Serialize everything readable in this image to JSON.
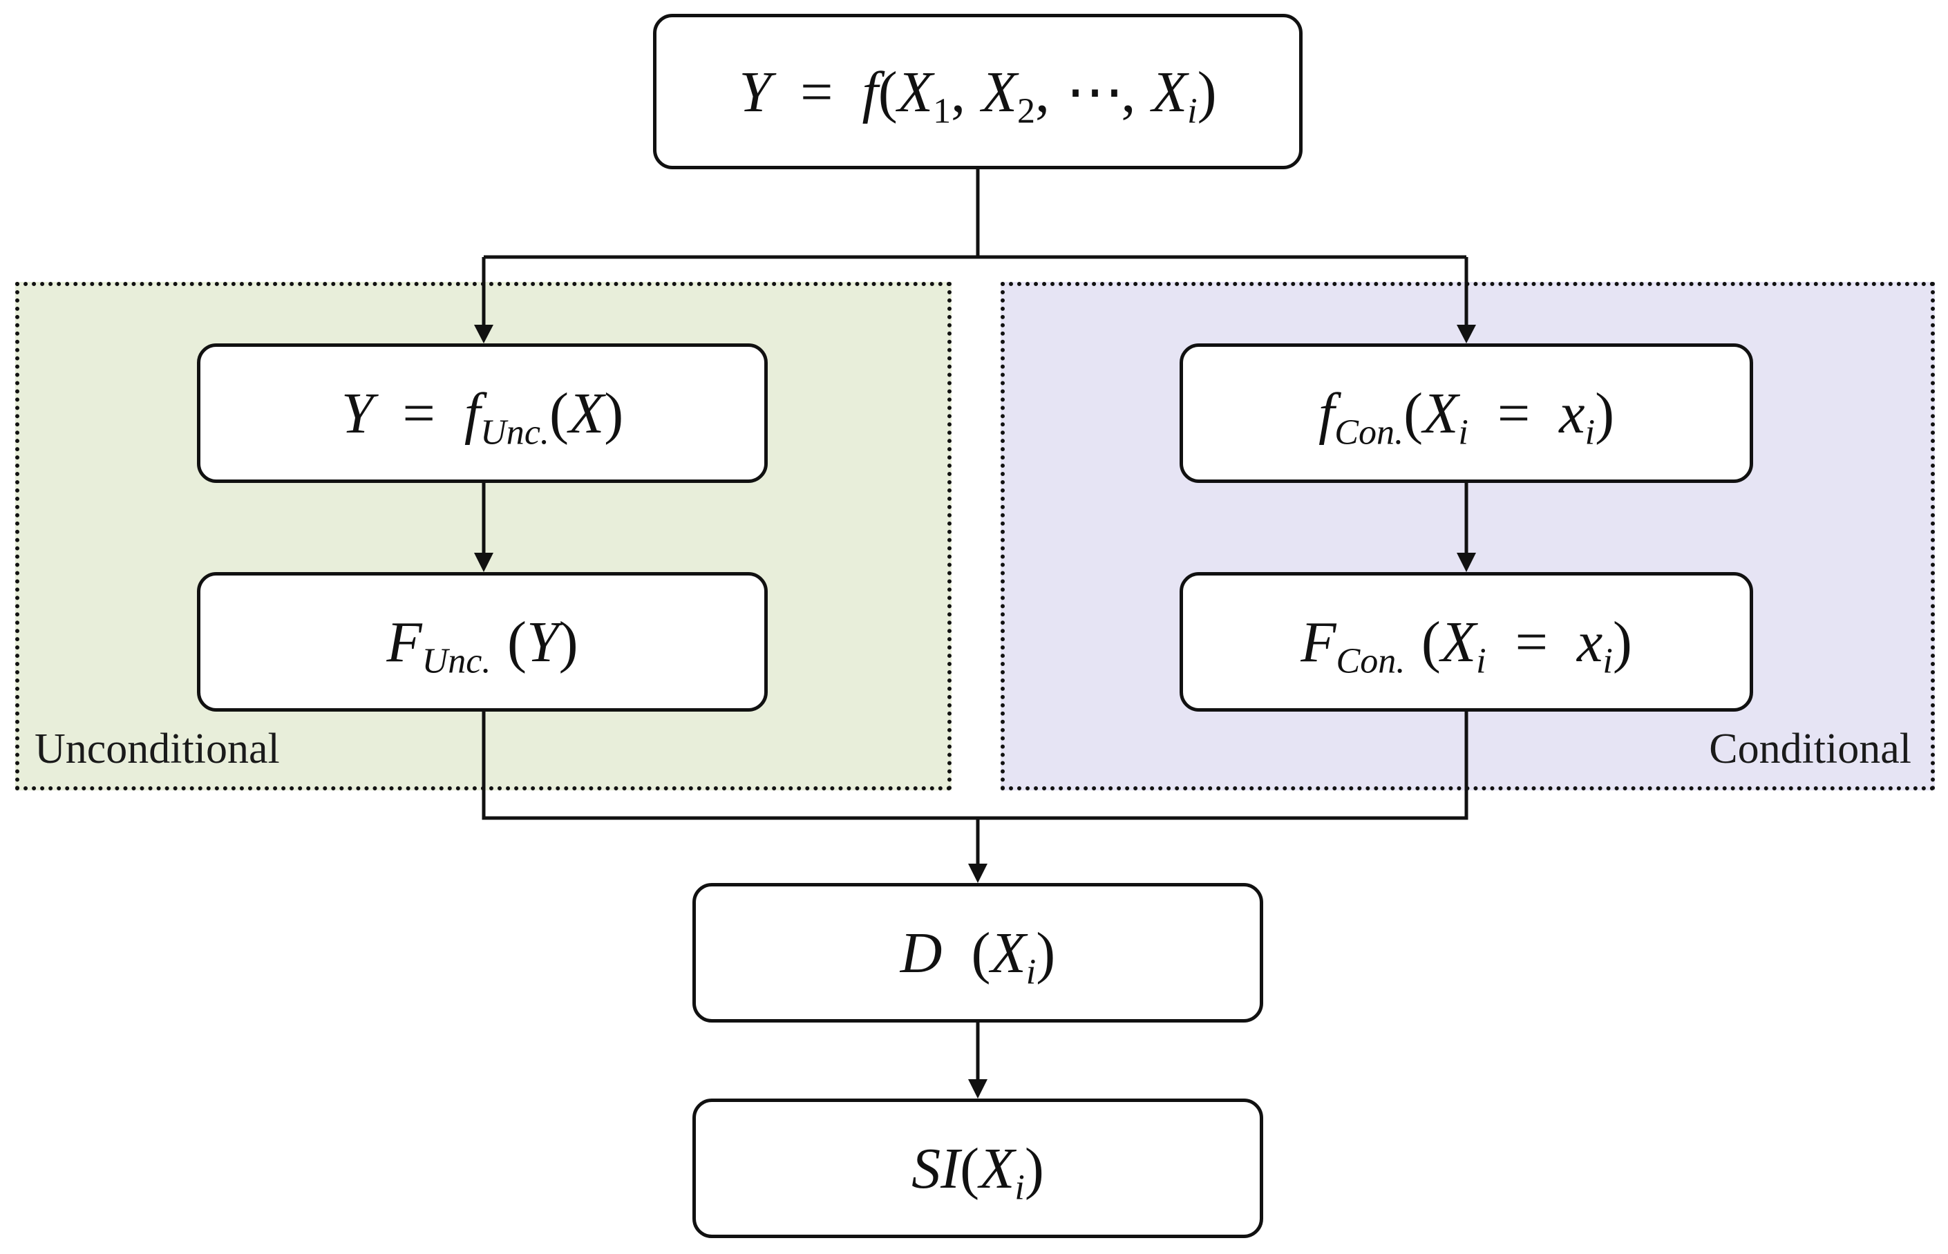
{
  "panels": {
    "unconditional": {
      "label": "Unconditional"
    },
    "conditional": {
      "label": "Conditional"
    }
  },
  "nodes": {
    "model": {
      "lhs": "Y",
      "eq": "=",
      "f": "f",
      "x1": "X",
      "s1": "1",
      "x2": "X",
      "s2": "2",
      "dots": "⋯",
      "xi": "X",
      "si": "i"
    },
    "unc_pdf": {
      "lhs": "Y",
      "eq": "=",
      "f": "f",
      "sub": "Unc.",
      "arg": "X"
    },
    "unc_cdf": {
      "F": "F",
      "sub": "Unc.",
      "arg": "Y"
    },
    "con_pdf": {
      "f": "f",
      "sub": "Con.",
      "x": "X",
      "si": "i",
      "eq": "=",
      "xv": "x",
      "sv": "i"
    },
    "con_cdf": {
      "F": "F",
      "sub": "Con.",
      "x": "X",
      "si": "i",
      "eq": "=",
      "xv": "x",
      "sv": "i"
    },
    "distance": {
      "D": "D",
      "x": "X",
      "si": "i"
    },
    "sensitivity": {
      "SI": "SI",
      "x": "X",
      "si": "i"
    }
  },
  "colors": {
    "unconditional_panel": "#e8eeda",
    "conditional_panel": "#e6e4f4",
    "stroke": "#111111"
  }
}
